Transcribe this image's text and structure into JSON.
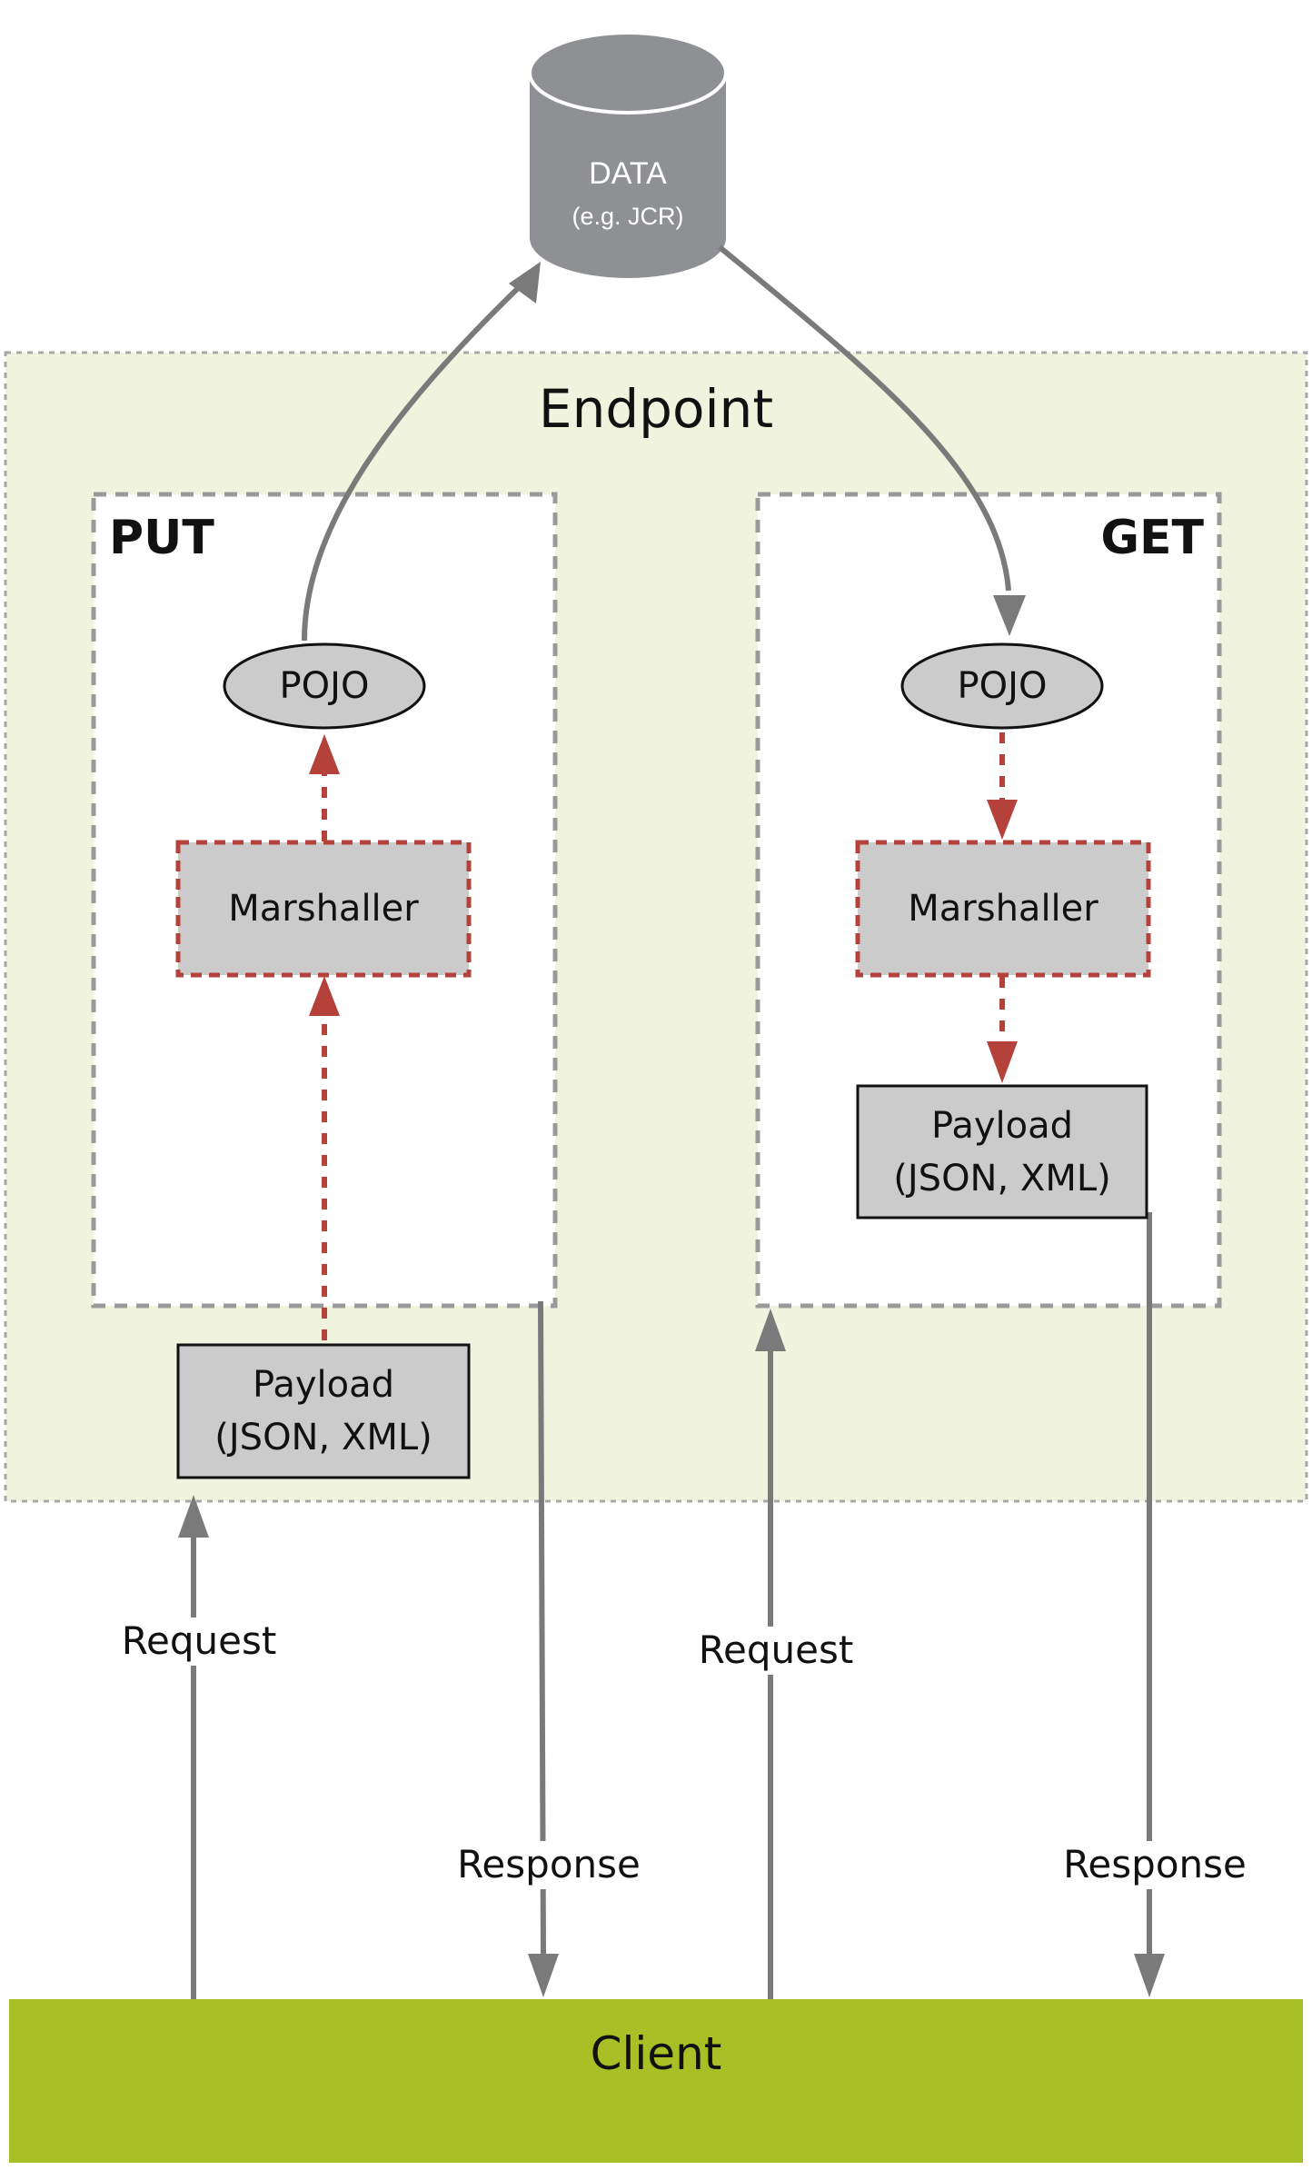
{
  "data_store": {
    "title": "DATA",
    "subtitle": "(e.g. JCR)"
  },
  "endpoint": {
    "label": "Endpoint"
  },
  "put": {
    "label": "PUT",
    "pojo": "POJO",
    "marshaller": "Marshaller",
    "payload": {
      "line1": "Payload",
      "line2": "(JSON, XML)"
    }
  },
  "get": {
    "label": "GET",
    "pojo": "POJO",
    "marshaller": "Marshaller",
    "payload": {
      "line1": "Payload",
      "line2": "(JSON, XML)"
    }
  },
  "edges": {
    "put_request": "Request",
    "put_response": "Response",
    "get_request": "Request",
    "get_response": "Response"
  },
  "client": {
    "label": "Client"
  },
  "colors": {
    "endpoint_bg": "#f0f3de",
    "client_bg": "#a8c025",
    "node_fill": "#cbcbcb",
    "db_fill": "#8f9094",
    "arrow_gray": "#7a7a7a",
    "arrow_red": "#b5423a"
  }
}
